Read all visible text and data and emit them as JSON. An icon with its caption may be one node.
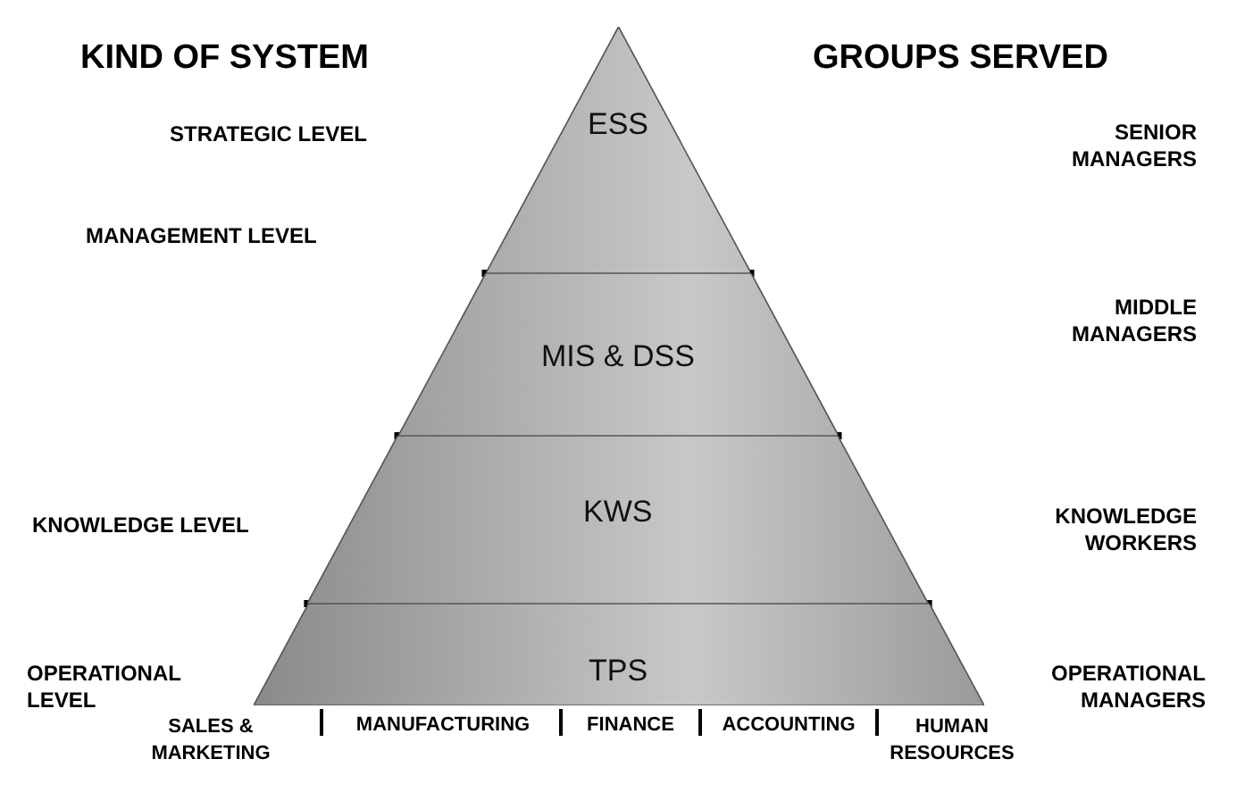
{
  "diagram": {
    "nodes": [
      {
        "text": [
          "ESS"
        ]
      },
      {
        "text": [
          "MIS & DSS"
        ]
      },
      {
        "text": [
          "KWS"
        ]
      },
      {
        "text": [
          "TPS"
        ]
      }
    ],
    "labels": [
      "KIND OF SYSTEM",
      "GROUPS SERVED",
      "STRATEGIC LEVEL",
      "SENIOR MANAGERS",
      "MANAGEMENT LEVEL",
      "MIDDLE MANAGERS",
      "KNOWLEDGE LEVEL",
      "KNOWLEDGE WORKERS",
      "OPERATIONAL LEVEL",
      "OPERATIONAL MANAGERS",
      "SALES & MARKETING",
      "MANUFACTURING",
      "FINANCE",
      "ACCOUNTING",
      "HUMAN RESOURCES"
    ]
  }
}
